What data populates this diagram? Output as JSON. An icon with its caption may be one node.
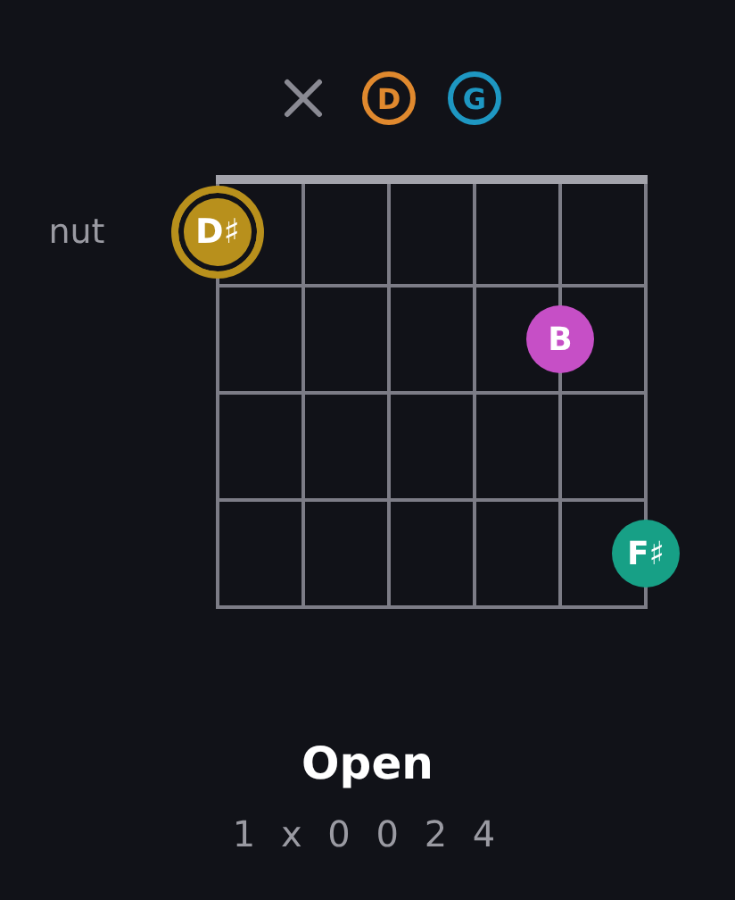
{
  "diagram": {
    "title": "Open",
    "nodes": [
      {
        "text": [
          "D"
        ]
      },
      {
        "text": [
          "G"
        ]
      },
      {
        "text": [
          "D♯"
        ]
      },
      {
        "text": [
          "B"
        ]
      },
      {
        "text": [
          "F♯"
        ]
      }
    ],
    "labels": [
      "nut",
      "1 x 0 0 2 4"
    ]
  }
}
